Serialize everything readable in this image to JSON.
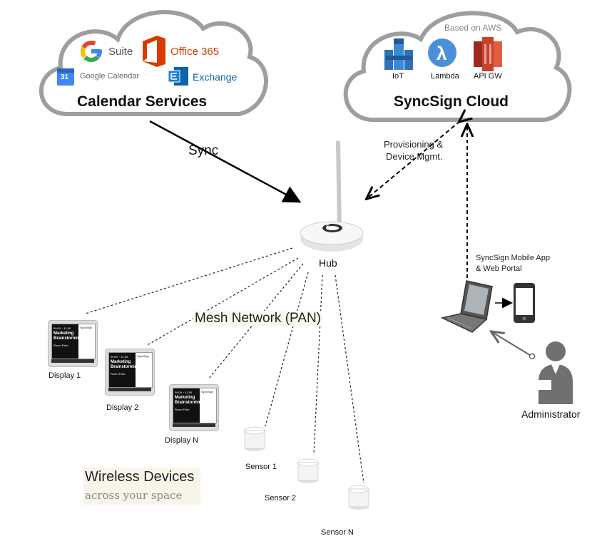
{
  "calendar_cloud": {
    "title": "Calendar Services",
    "logos": {
      "gsuite": "Suite",
      "office365": "Office 365",
      "google_calendar": "Google Calendar",
      "google_calendar_day": "31",
      "exchange": "Exchange"
    }
  },
  "syncsign_cloud": {
    "title": "SyncSign Cloud",
    "subtitle": "Based on AWS",
    "services": [
      "IoT",
      "Lambda",
      "API GW"
    ]
  },
  "edges": {
    "sync": "Sync",
    "provisioning_line1": "Provisioning &",
    "provisioning_line2": "Device Mgmt."
  },
  "hub": {
    "label": "Hub"
  },
  "mesh": {
    "label": "Mesh Network (PAN)"
  },
  "mobile": {
    "line1": "SyncSign Mobile App",
    "line2": "& Web Portal"
  },
  "administrator": {
    "label": "Administrator"
  },
  "displays": [
    {
      "label": "Display 1"
    },
    {
      "label": "Display 2"
    },
    {
      "label": "Display N"
    }
  ],
  "display_screen": {
    "time": "09:00 ~ 11:00",
    "title1": "Marketing",
    "title2": "Brainstorming",
    "room": "Room Folio",
    "brand": "SyncSign"
  },
  "sensors": [
    {
      "label": "Sensor 1"
    },
    {
      "label": "Sensor 2"
    },
    {
      "label": "Sensor N"
    }
  ],
  "wireless": {
    "title": "Wireless Devices",
    "subtitle": "across your space"
  },
  "colors": {
    "cloud_stroke": "#9e9e9e",
    "aws_orange": "#c7412b",
    "aws_blue": "#3b7dc4",
    "office_red": "#d83b01",
    "exchange_blue": "#0a64ad"
  }
}
